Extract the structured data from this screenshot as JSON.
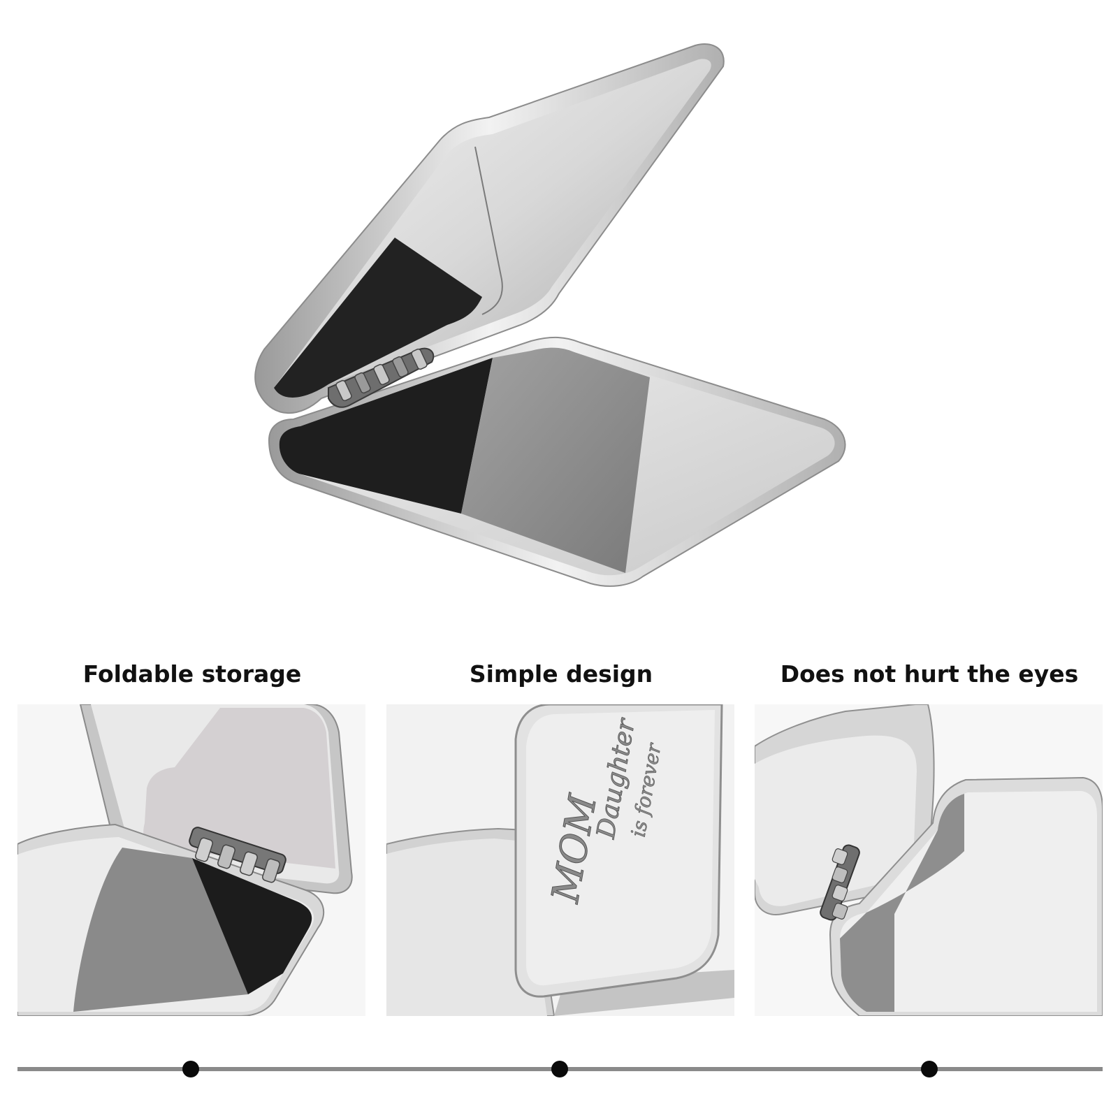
{
  "features": [
    {
      "caption": "Foldable storage"
    },
    {
      "caption": "Simple design"
    },
    {
      "caption": "Does not hurt the eyes"
    }
  ],
  "engraving": {
    "line1": "MOM",
    "line2": "Daughter",
    "line3": "is forever"
  },
  "colors": {
    "background": "#ffffff",
    "metal_light": "#e6e6e6",
    "metal_mid": "#bdbdbd",
    "mirror_dark": "#1e1e1e",
    "mirror_gray": "#8c8c8c",
    "caption_text": "#111111",
    "timeline_line": "#8a8a8a",
    "timeline_dot": "#0a0a0a"
  },
  "icons": {
    "hero": "open-compact-mirror",
    "panel1": "folding-mirror-closeup",
    "panel2": "engraved-mirror-lid",
    "panel3": "mirror-hinge-side-view",
    "timeline_marker": "dot-icon"
  }
}
